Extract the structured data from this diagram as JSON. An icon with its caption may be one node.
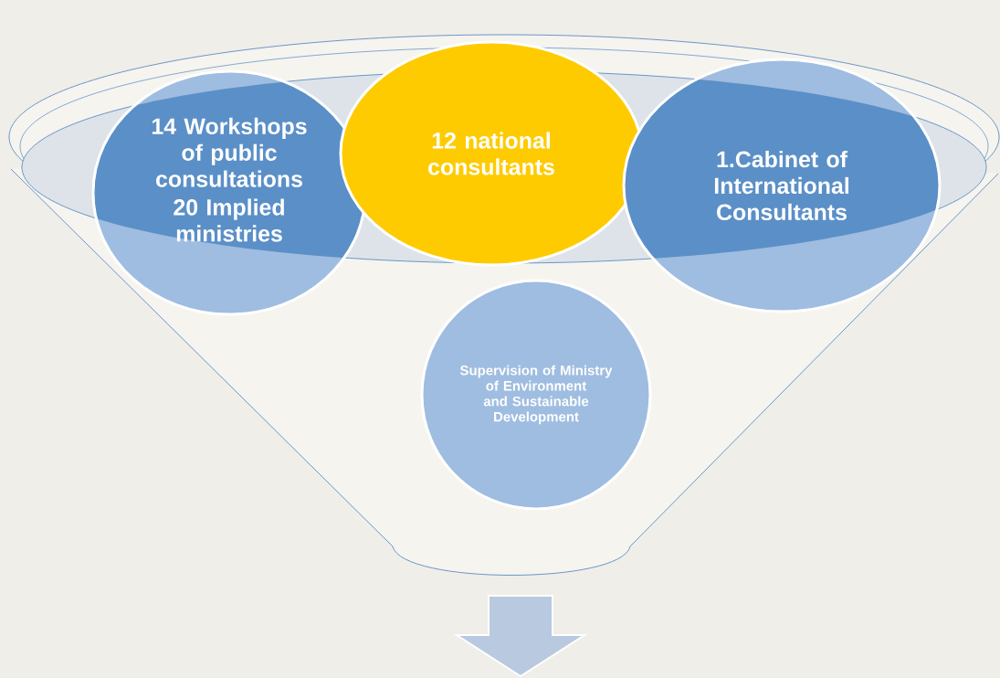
{
  "diagram": {
    "nodes": [
      {
        "text": [
          "14 Workshops of public consultations",
          "20 Implied ministries"
        ]
      },
      {
        "text": [
          "12 national consultants"
        ]
      },
      {
        "text": [
          "1.Cabinet of International Consultants"
        ]
      },
      {
        "text": [
          "Supervision of Ministry of Environment and Sustainable Development"
        ]
      }
    ]
  }
}
